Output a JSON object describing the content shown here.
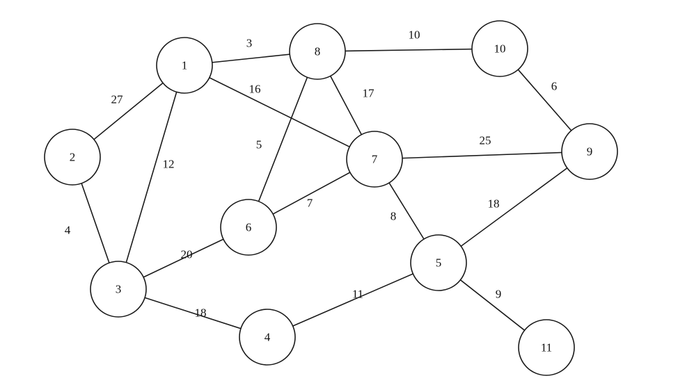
{
  "graph": {
    "nodes": [
      {
        "id": "1",
        "label": "1"
      },
      {
        "id": "2",
        "label": "2"
      },
      {
        "id": "3",
        "label": "3"
      },
      {
        "id": "4",
        "label": "4"
      },
      {
        "id": "5",
        "label": "5"
      },
      {
        "id": "6",
        "label": "6"
      },
      {
        "id": "7",
        "label": "7"
      },
      {
        "id": "8",
        "label": "8"
      },
      {
        "id": "9",
        "label": "9"
      },
      {
        "id": "10",
        "label": "10"
      },
      {
        "id": "11",
        "label": "11"
      }
    ],
    "edges": [
      {
        "from": "1",
        "to": "8",
        "weight": "3"
      },
      {
        "from": "8",
        "to": "10",
        "weight": "10"
      },
      {
        "from": "2",
        "to": "1",
        "weight": "27"
      },
      {
        "from": "1",
        "to": "7",
        "weight": "16"
      },
      {
        "from": "8",
        "to": "7",
        "weight": "17"
      },
      {
        "from": "10",
        "to": "9",
        "weight": "6"
      },
      {
        "from": "1",
        "to": "3",
        "weight": "12"
      },
      {
        "from": "8",
        "to": "6",
        "weight": "5"
      },
      {
        "from": "7",
        "to": "9",
        "weight": "25"
      },
      {
        "from": "2",
        "to": "3",
        "weight": "4"
      },
      {
        "from": "6",
        "to": "7",
        "weight": "7"
      },
      {
        "from": "5",
        "to": "9",
        "weight": "18"
      },
      {
        "from": "7",
        "to": "5",
        "weight": "8"
      },
      {
        "from": "3",
        "to": "6",
        "weight": "20"
      },
      {
        "from": "4",
        "to": "5",
        "weight": "11"
      },
      {
        "from": "5",
        "to": "11",
        "weight": "9"
      },
      {
        "from": "3",
        "to": "4",
        "weight": "18"
      }
    ]
  },
  "colors": {
    "background": "#ffffff",
    "stroke": "#1a1a1a",
    "text": "#111111"
  }
}
